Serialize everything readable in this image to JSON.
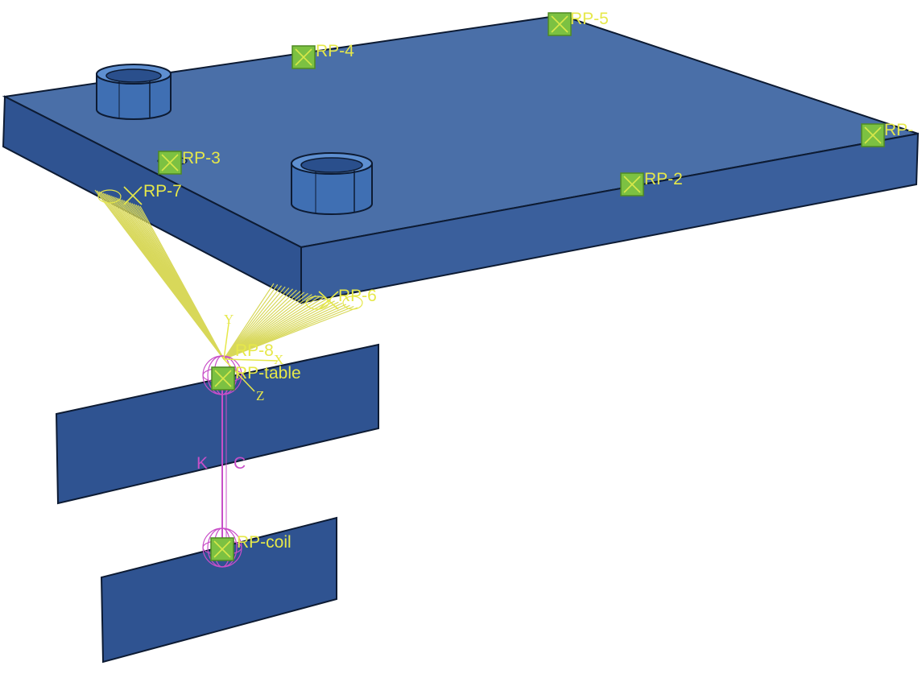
{
  "colors": {
    "plate_top": "#4a6fa8",
    "plate_front": "#2f5391",
    "plate_right": "#3a5f9c",
    "edge": "#0d1b33",
    "boss": "#3f6fb3",
    "rp_fill": "#7cc142",
    "rp_text": "#e6e84a",
    "tie": "#d8d85a",
    "spring": "#c84fc8"
  },
  "reference_points": {
    "rp5": "RP-5",
    "rp4": "RP-4",
    "rp1": "RP-",
    "rp3": "RP-3",
    "rp7": "RP-7",
    "rp2": "RP-2",
    "rp6": "RP-6",
    "rp8": "RP-8",
    "rp_table": "RP-table",
    "rp_coil": "RP-coil"
  },
  "axes": {
    "y": "Y",
    "x": "X",
    "z": "Z"
  },
  "connector": {
    "k": "K",
    "c": "C"
  }
}
